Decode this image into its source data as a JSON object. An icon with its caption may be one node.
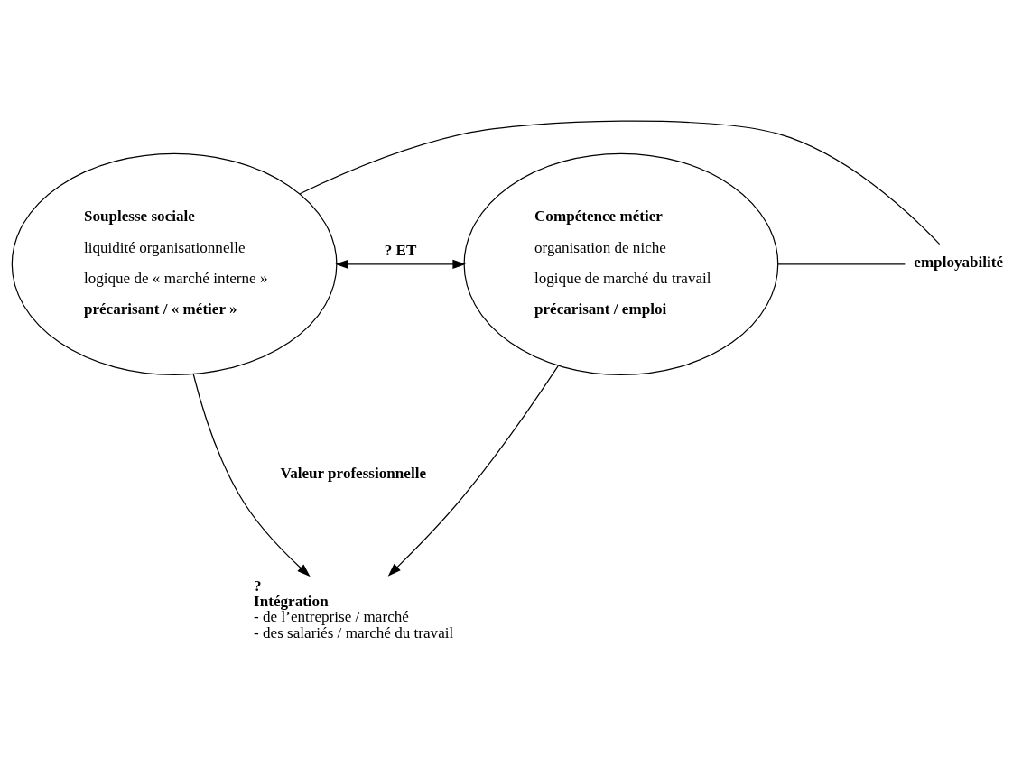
{
  "diagram": {
    "nodes": [
      {
        "text": [
          "Souplesse sociale",
          "liquidité organisationnelle",
          "logique de « marché interne »",
          "précarisant / « métier »"
        ]
      },
      {
        "text": [
          "employabilité"
        ]
      },
      {
        "text": [
          "Compétence métier",
          "organisation de niche",
          "logique de marché du travail",
          "précarisant / emploi"
        ]
      },
      {
        "text": [
          "?",
          "Intégration",
          "- de l’entreprise / marché",
          "- des salariés / marché du travail"
        ]
      }
    ],
    "edges": [
      {
        "from": 0,
        "to": 1,
        "arrow": "none"
      },
      {
        "from": 1,
        "to": 2,
        "arrow": "none"
      },
      {
        "from": 0,
        "to": 2,
        "arrow": "both",
        "label": "? ET"
      },
      {
        "from": 0,
        "to": 3,
        "arrow": "to"
      },
      {
        "from": 2,
        "to": 3,
        "arrow": "to"
      }
    ],
    "labels": [
      "Valeur professionnelle"
    ]
  }
}
